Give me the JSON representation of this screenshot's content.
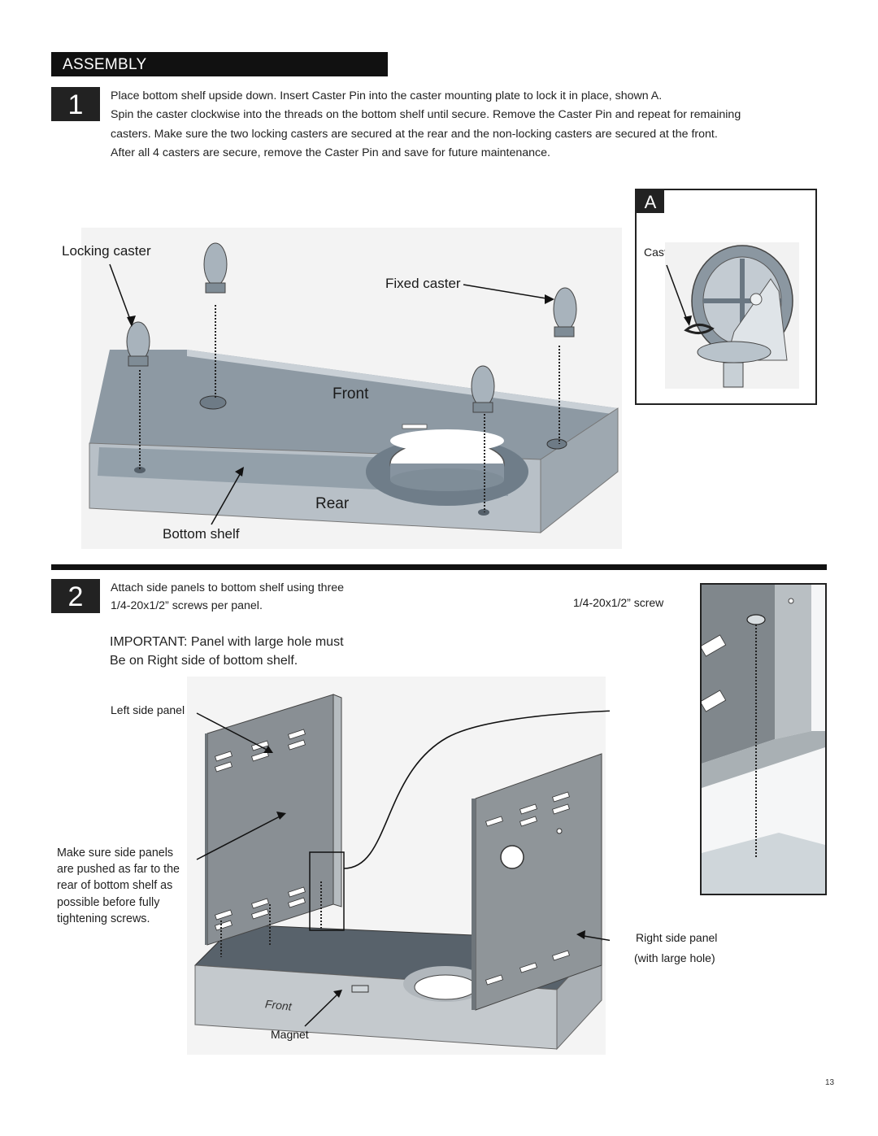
{
  "section": {
    "title": "ASSEMBLY"
  },
  "step1": {
    "number": "1",
    "lines": [
      "Place bottom shelf upside down. Insert Caster Pin into the caster mounting plate to lock it in place, shown A.",
      "Spin the caster clockwise into the threads on the bottom shelf until secure. Remove the Caster Pin and repeat for remaining",
      "casters. Make sure the two locking casters are secured at the rear and the non-locking casters are secured at the front.",
      "After all 4 casters are secure, remove the Caster Pin and save for future maintenance."
    ],
    "labels": {
      "locking_caster": "Locking caster",
      "fixed_caster": "Fixed caster",
      "front": "Front",
      "rear": "Rear",
      "bottom_shelf": "Bottom shelf"
    },
    "detail": {
      "letter": "A",
      "caster_pin": "Caster pin"
    }
  },
  "step2": {
    "number": "2",
    "instruction_lines": [
      "Attach side panels to bottom shelf using three",
      "1/4-20x1/2”  screws per panel."
    ],
    "important_lines": [
      "IMPORTANT: Panel with large hole must",
      "Be on Right side of bottom shelf."
    ],
    "labels": {
      "left_side_panel": "Left side panel",
      "screw": "1/4-20x1/2”  screw",
      "note_lines": [
        "Make sure side panels",
        "are pushed as far to the",
        "rear of bottom shelf as",
        "possible before fully",
        "tightening screws."
      ],
      "right_side_panel": "Right side panel",
      "with_large_hole": "(with large hole)",
      "front": "Front",
      "magnet": "Magnet"
    }
  },
  "page_number": "13"
}
